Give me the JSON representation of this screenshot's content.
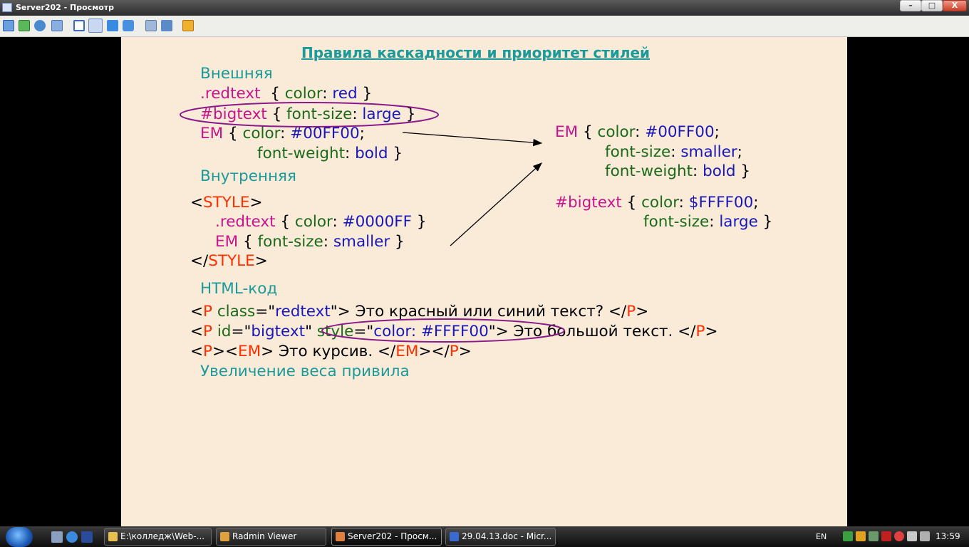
{
  "window": {
    "title": "Server202 - Просмотр",
    "min": "–",
    "max": "□",
    "close": "X"
  },
  "slide": {
    "title": "Правила каскадности и приоритет стилей",
    "outer_heading": "Внешняя",
    "outer": {
      "l1_sel": ".redtext",
      "l1_open": "{",
      "l1_prop": "color",
      "l1_colon": ":",
      "l1_val": "red",
      "l1_close": "}",
      "l2_sel": "#bigtext",
      "l2_open": "{",
      "l2_prop": "font-size",
      "l2_colon": ":",
      "l2_val": "large",
      "l2_close": "}",
      "l3_sel": "EM",
      "l3_open": "{",
      "l3_prop": "color",
      "l3_colon": ":",
      "l3_val": "#00FF00",
      "l3_semi": ";",
      "l4_prop": "font-weight",
      "l4_colon": ":",
      "l4_val": "bold",
      "l4_close": "}"
    },
    "inner_heading": "Внутренняя",
    "inner": {
      "open_lt": "<",
      "open_tag": "STYLE",
      "open_gt": ">",
      "l1_sel": ".redtext",
      "l1_open": "{",
      "l1_prop": "color",
      "l1_colon": ":",
      "l1_val": "#0000FF",
      "l1_close": "}",
      "l2_sel": "EM",
      "l2_open": "{",
      "l2_prop": "font-size",
      "l2_colon": ":",
      "l2_val": "smaller",
      "l2_close": "}",
      "close_lt": "</",
      "close_tag": "STYLE",
      "close_gt": ">"
    },
    "result": {
      "em_sel": "EM",
      "em_open": "{",
      "em_p1": "color",
      "em_c1": ":",
      "em_v1": "#00FF00",
      "em_s1": ";",
      "em_p2": "font-size",
      "em_c2": ":",
      "em_v2": "smaller",
      "em_s2": ";",
      "em_p3": "font-weight",
      "em_c3": ":",
      "em_v3": "bold",
      "em_close": "}",
      "bt_sel": "#bigtext",
      "bt_open": "{",
      "bt_p1": "color",
      "bt_c1": ":",
      "bt_v1": "$FFFF00",
      "bt_s1": ";",
      "bt_p2": "font-size",
      "bt_c2": ":",
      "bt_v2": "large",
      "bt_close": "}"
    },
    "html_heading": "HTML-код",
    "html": {
      "r1_lt": "<",
      "r1_tag": "P",
      "r1_attr": "class",
      "r1_eq": "=\"",
      "r1_val": "redtext",
      "r1_q": "\">",
      "r1_text": " Это красный или синий текст? ",
      "r1_clt": "</",
      "r1_ctag": "P",
      "r1_cgt": ">",
      "r2_lt": "<",
      "r2_tag": "P",
      "r2_attr": "id",
      "r2_eq": "=\"",
      "r2_val": "bigtext",
      "r2_q": "\"",
      "r2_attr2": "style",
      "r2_eq2": "=\"",
      "r2_val2": "color: #FFFF00",
      "r2_q2": "\">",
      "r2_text": " Это большой текст. ",
      "r2_clt": "</",
      "r2_ctag": "P",
      "r2_cgt": ">",
      "r3_lt1": "<",
      "r3_tag1": "P",
      "r3_gt1": "><",
      "r3_tag2": "EM",
      "r3_gt2": ">",
      "r3_text": " Это курсив. ",
      "r3_clt1": "</",
      "r3_ctag1": "EM",
      "r3_cgt1": "></",
      "r3_ctag2": "P",
      "r3_cgt2": ">"
    },
    "footer": "Увеличение веса привила"
  },
  "taskbar": {
    "tasks": [
      {
        "label": "E:\\колледж\\Web-..."
      },
      {
        "label": "Radmin Viewer"
      },
      {
        "label": "Server202 - Просм..."
      },
      {
        "label": "29.04.13.doc - Micr..."
      }
    ],
    "language": "EN",
    "clock": "13:59"
  },
  "colors": {
    "slide_bg": "#faebd9",
    "heading": "#1a9a9a",
    "selector": "#c8148c",
    "property": "#1a6a1a",
    "value": "#1818b8",
    "tag": "#ff3000",
    "ellipse": "#8a1a8a"
  },
  "icons": [
    "app-icon",
    "radmin-toolbar-icons",
    "start-orb",
    "quick-launch-icons",
    "tray-icons"
  ]
}
